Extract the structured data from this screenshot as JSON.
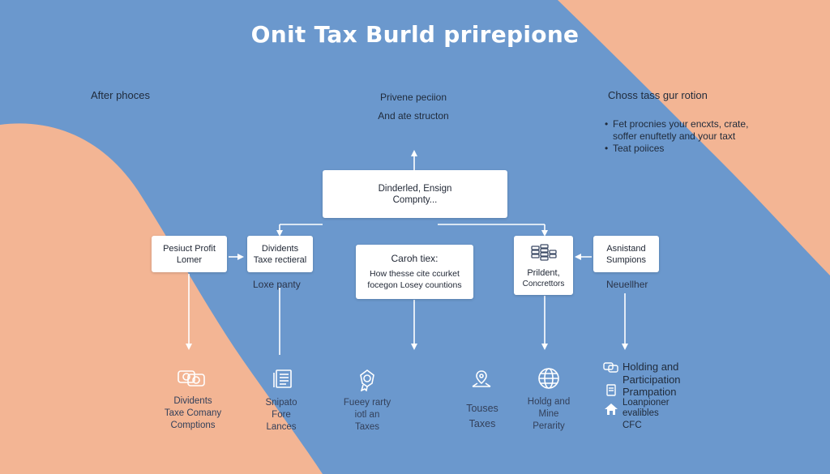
{
  "title": "Onit Tax Burld prirepione",
  "colors": {
    "blue": "#6b98cd",
    "peach": "#f3b594",
    "ink": "#1f2a3a"
  },
  "top": {
    "left_label": "After phoces",
    "center_lines": [
      "Privene peciion",
      "And ate structon"
    ],
    "right_label": "Choss tass gur rotion",
    "right_bullets": [
      {
        "text": "Fet procnies your encxts, crate,",
        "bullet": true
      },
      {
        "text": "soffer enuftetly and your taxt",
        "bullet": false
      },
      {
        "text": "Teat poiices",
        "bullet": true
      }
    ]
  },
  "center_box": {
    "lines": [
      "Dinderled, Ensign",
      "Compnty..."
    ]
  },
  "boxes": [
    {
      "id": "profit",
      "lines": [
        "Pesiuct Profit",
        "Lomer"
      ]
    },
    {
      "id": "dividents",
      "lines": [
        "Dividents",
        "Taxe rectieral"
      ]
    },
    {
      "id": "caroh",
      "lines": [
        "Caroh tiex:",
        "How thesse cite ccurket",
        "focegon Losey countions"
      ]
    },
    {
      "id": "prident",
      "lines": [
        "Prildent,",
        "Concrettors"
      ]
    },
    {
      "id": "asnistand",
      "lines": [
        "Asnistand",
        "Sumpions"
      ]
    }
  ],
  "side_notes": {
    "dividents": "Loxe panty",
    "asnistand": "Neuellher"
  },
  "bottom": [
    {
      "icon": "coins-icon",
      "lines": [
        "Dividents",
        "Taxe Comany",
        "Comptions"
      ]
    },
    {
      "icon": "document-icon",
      "lines": [
        "Snipato",
        "Fore",
        "Lances"
      ]
    },
    {
      "icon": "award-icon",
      "lines": [
        "Fueey rarty",
        "iotl an",
        "Taxes"
      ]
    },
    {
      "icon": "pin-icon",
      "lines": [
        "Touses",
        "Taxes"
      ]
    },
    {
      "icon": "globe-icon",
      "lines": [
        "Holdg and",
        "Mine",
        "Perarity"
      ]
    }
  ],
  "holding_list": [
    {
      "icon": "coins-icon",
      "text": "Holding and"
    },
    {
      "icon": "",
      "text": "Participation"
    },
    {
      "icon": "document-icon",
      "text": "Prampation"
    },
    {
      "icon": "",
      "text": "Loanpioner"
    },
    {
      "icon": "house-icon",
      "text": "evalibles"
    },
    {
      "icon": "",
      "text": "CFC"
    }
  ]
}
